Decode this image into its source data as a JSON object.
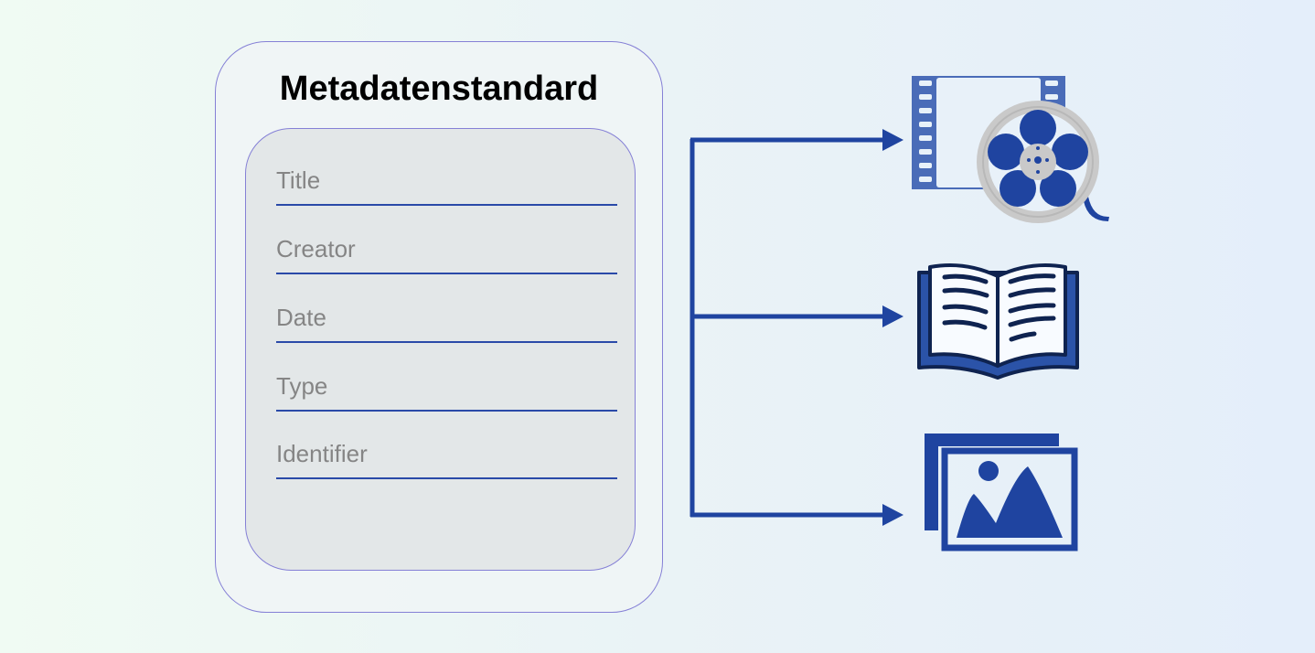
{
  "standard": {
    "title": "Metadatenstandard",
    "fields": [
      "Title",
      "Creator",
      "Date",
      "Type",
      "Identifier"
    ]
  },
  "targets": [
    {
      "icon": "film-reel-icon"
    },
    {
      "icon": "open-book-icon"
    },
    {
      "icon": "image-gallery-icon"
    }
  ],
  "colors": {
    "accent": "#1f44a0",
    "border": "#8580d6",
    "field_text": "#858585"
  }
}
